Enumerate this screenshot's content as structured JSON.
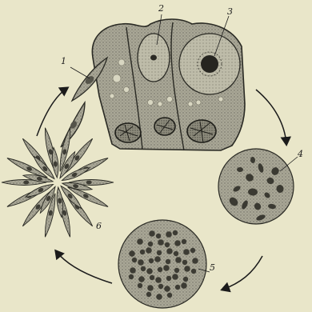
{
  "diagram": {
    "labels": {
      "l1": "1",
      "l2": "2",
      "l3": "3",
      "l4": "4",
      "l5": "5",
      "l6": "6"
    }
  },
  "colors": {
    "paper": "#e9e6c9",
    "ink": "#1b1b1b",
    "cytoplasm": "#a9a797",
    "dark_cytoplasm": "#7d7b6d",
    "nucleus": "#555448"
  }
}
